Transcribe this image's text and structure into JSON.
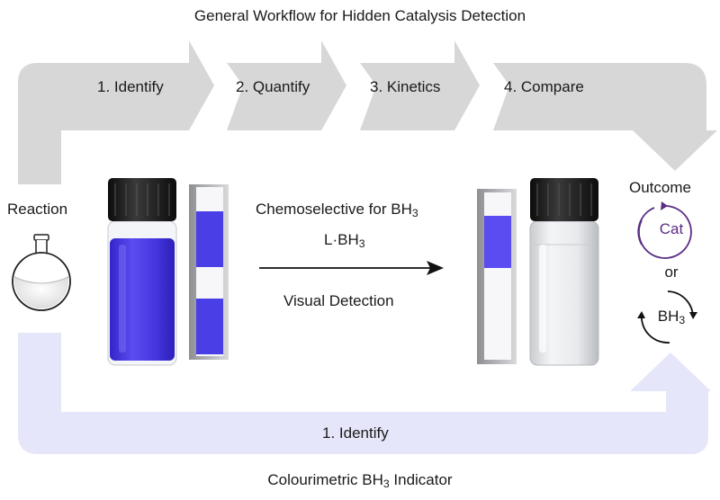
{
  "title": "General Workflow for Hidden Catalysis Detection",
  "top_flow": {
    "steps": [
      "1. Identify",
      "2. Quantify",
      "3. Kinetics",
      "4. Compare"
    ]
  },
  "left": {
    "label": "Reaction"
  },
  "center": {
    "chemoselective_text": "Chemoselective for BH",
    "chemoselective_sub": "3",
    "reagent_text": "L·BH",
    "reagent_sub": "3",
    "detection_text": "Visual Detection"
  },
  "right": {
    "outcome_label": "Outcome",
    "cat_label": "Cat",
    "or_label": "or",
    "bh3_text": "BH",
    "bh3_sub": "3"
  },
  "bottom_flow": {
    "step": "1. Identify",
    "caption_pre": "Colourimetric BH",
    "caption_sub": "3",
    "caption_post": " Indicator"
  },
  "colors": {
    "top_arrow": "#d7d7d7",
    "bottom_arrow": "#e6e6fa",
    "indicator_blue": "#4a3ee6",
    "cat_purple": "#5b2d84",
    "cap_black": "#1c1c1c"
  }
}
